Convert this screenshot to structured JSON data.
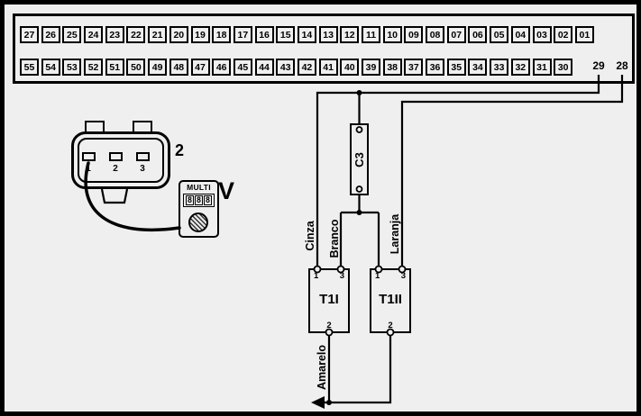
{
  "colors": {
    "background": "#efefef",
    "line": "#000000"
  },
  "terminal_strip": {
    "top_row": [
      "27",
      "26",
      "25",
      "24",
      "23",
      "22",
      "21",
      "20",
      "19",
      "18",
      "17",
      "16",
      "15",
      "14",
      "13",
      "12",
      "11",
      "10",
      "09",
      "08",
      "07",
      "06",
      "05",
      "04",
      "03",
      "02",
      "01"
    ],
    "bottom_row": [
      "55",
      "54",
      "53",
      "52",
      "51",
      "50",
      "49",
      "48",
      "47",
      "46",
      "45",
      "44",
      "43",
      "42",
      "41",
      "40",
      "39",
      "38",
      "37",
      "36",
      "35",
      "34",
      "33",
      "32",
      "31",
      "30"
    ],
    "pin_29": "29",
    "pin_28": "28"
  },
  "connector": {
    "label": "2",
    "pin_1": "1",
    "pin_2": "2",
    "pin_3": "3"
  },
  "multimeter": {
    "title": "MULTI",
    "digits": [
      "8",
      "8",
      "8"
    ],
    "unit": "V"
  },
  "component_c3": {
    "label": "C3"
  },
  "module_t1i": {
    "label": "T1I",
    "pin_top_left": "1",
    "pin_top_right": "3",
    "pin_bottom": "2"
  },
  "module_t1ii": {
    "label": "T1II",
    "pin_top_left": "1",
    "pin_top_right": "3",
    "pin_bottom": "2"
  },
  "wire_labels": {
    "cinza": "Cinza",
    "branco": "Branco",
    "laranja": "Laranja",
    "amarelo": "Amarelo"
  }
}
